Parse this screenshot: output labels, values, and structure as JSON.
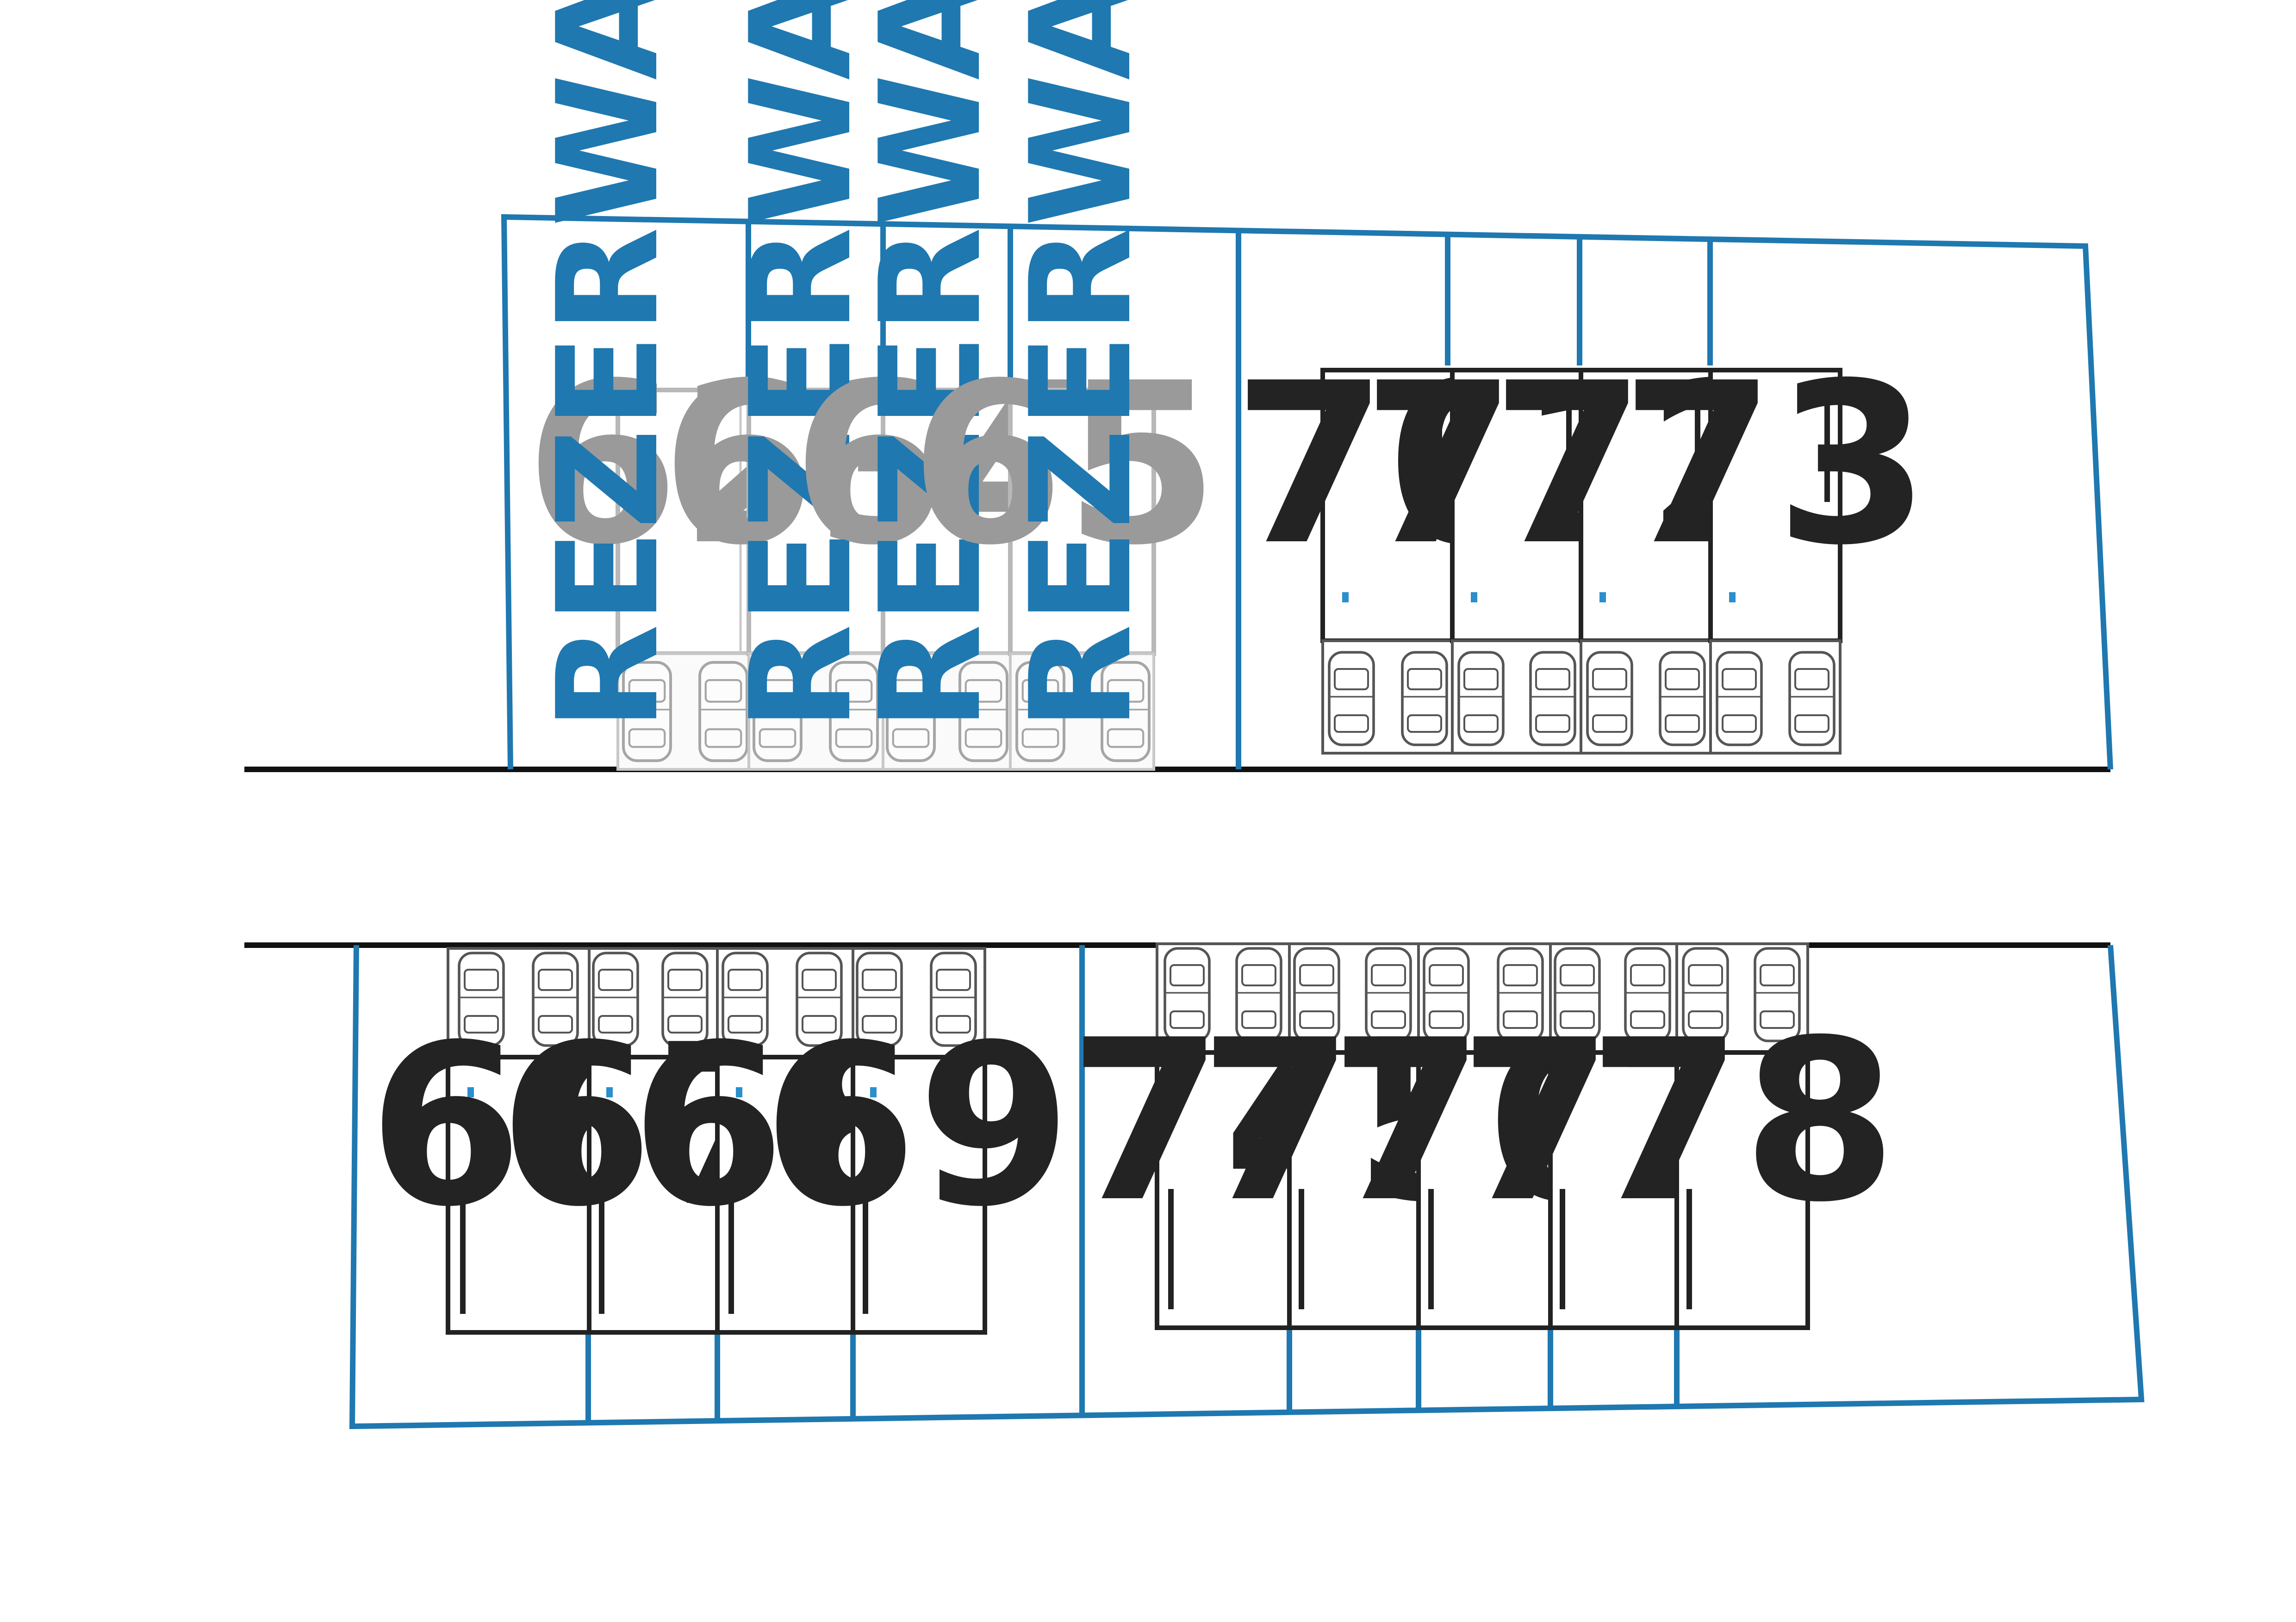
{
  "colors": {
    "plot_boundary": "#1f78b0",
    "road_edge": "#111111",
    "unit_number": "#232323",
    "reserved_unit_number": "#9a9a9a",
    "reservation_label": "#1f78b0"
  },
  "north_row": {
    "reserved_units": [
      {
        "number": "62",
        "label": "REZERWACJA",
        "status": "reserved"
      },
      {
        "number": "63",
        "label": "REZERWACJA",
        "status": "reserved"
      },
      {
        "number": "64",
        "label": "REZERWACJA",
        "status": "reserved"
      },
      {
        "number": "65",
        "label": "REZERWACJA",
        "status": "reserved"
      }
    ],
    "units": [
      {
        "number": "70",
        "status": "available"
      },
      {
        "number": "71",
        "status": "available"
      },
      {
        "number": "72",
        "status": "available"
      },
      {
        "number": "73",
        "status": "available"
      }
    ]
  },
  "south_row": {
    "west_units": [
      {
        "number": "66",
        "status": "available"
      },
      {
        "number": "67",
        "status": "available"
      },
      {
        "number": "68",
        "status": "available"
      },
      {
        "number": "69",
        "status": "available"
      }
    ],
    "east_units": [
      {
        "number": "74",
        "status": "available"
      },
      {
        "number": "75",
        "status": "available"
      },
      {
        "number": "76",
        "status": "available"
      },
      {
        "number": "77",
        "status": "available"
      },
      {
        "number": "78",
        "status": "available"
      }
    ]
  }
}
